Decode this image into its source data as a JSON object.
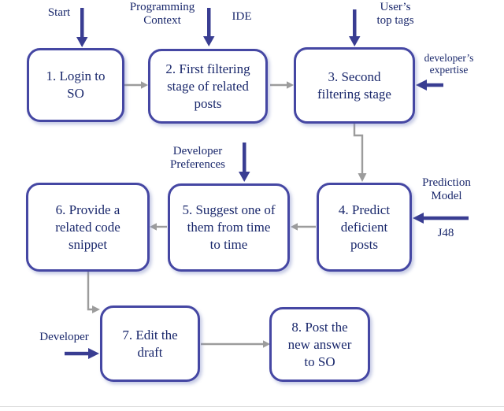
{
  "figure": {
    "boxes": [
      {
        "label": "1. Login to\nSO"
      },
      {
        "label": "2. First filtering\nstage of related\nposts"
      },
      {
        "label": "3. Second\nfiltering stage"
      },
      {
        "label": "4. Predict\ndeficient\nposts"
      },
      {
        "label": "5. Suggest one of\nthem from time\nto time"
      },
      {
        "label": "6. Provide a\nrelated code\nsnippet"
      },
      {
        "label": "7. Edit the\ndraft"
      },
      {
        "label": "8. Post the\nnew answer\nto SO"
      }
    ],
    "annotations": {
      "start": "Start",
      "programming_context": "Programming\nContext",
      "ide": "IDE",
      "users_top_tags": "User’s\ntop tags",
      "developers_expertise": "developer’s\nexpertise",
      "developer_preferences": "Developer\nPreferences",
      "prediction_model": "Prediction\nModel",
      "j48": "J48",
      "developer": "Developer"
    },
    "colors": {
      "box_border": "#4547a3",
      "text": "#19276b",
      "arrow_blue": "#393d92",
      "arrow_gray": "#9c9c9c"
    }
  }
}
